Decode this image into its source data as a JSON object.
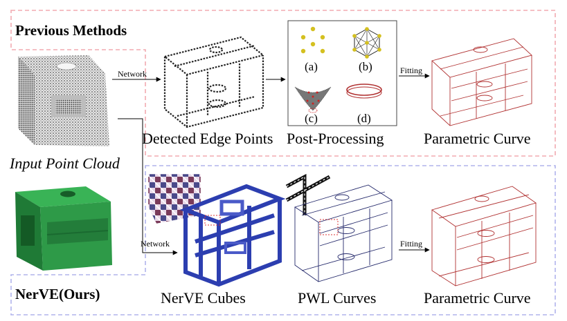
{
  "previous": {
    "header": "Previous Methods",
    "network_label": "Network",
    "fitting_label": "Fitting",
    "detected_label": "Detected Edge Points",
    "post_label": "Post-Processing",
    "param_label": "Parametric Curve",
    "post_items": [
      "(a)",
      "(b)",
      "(c)",
      "(d)"
    ]
  },
  "input_label": "Input Point Cloud",
  "ours": {
    "header": "NerVE(Ours)",
    "network_label": "Network",
    "fitting_label": "Fitting",
    "cubes_label": "NerVE Cubes",
    "pwl_label": "PWL Curves",
    "param_label": "Parametric Curve"
  },
  "colors": {
    "pink_border": "#f2aab0",
    "blue_border": "#b0b4ec",
    "curve_red": "#b03030",
    "cube_blue": "#2c3eb0",
    "mesh_green": "#2e9a48",
    "point_yellow": "#d4c020"
  }
}
